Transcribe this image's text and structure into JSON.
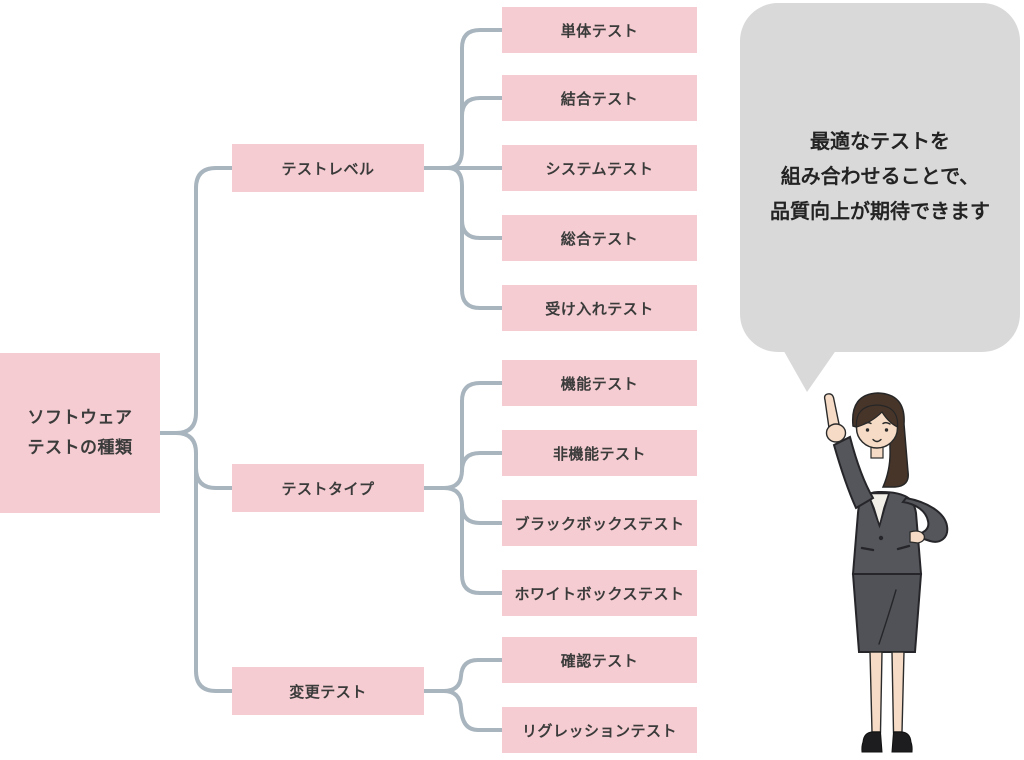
{
  "root": {
    "line1": "ソフトウェア",
    "line2": "テストの種類"
  },
  "branches": [
    {
      "label": "テストレベル",
      "children": [
        "単体テスト",
        "結合テスト",
        "システムテスト",
        "総合テスト",
        "受け入れテスト"
      ]
    },
    {
      "label": "テストタイプ",
      "children": [
        "機能テスト",
        "非機能テスト",
        "ブラックボックステスト",
        "ホワイトボックステスト"
      ]
    },
    {
      "label": "変更テスト",
      "children": [
        "確認テスト",
        "リグレッションテスト"
      ]
    }
  ],
  "speech_bubble": {
    "line1": "最適なテストを",
    "line2": "組み合わせることで、",
    "line3": "品質向上が期待できます"
  },
  "illustration": {
    "name": "businesswoman-pointing-up"
  },
  "colors": {
    "node_pink": "#f4ccd1",
    "connector_gray_blue": "#a9b5be",
    "bubble_gray": "#d9d9d9",
    "text_dark": "#3b3b3b",
    "suit": "#54565b",
    "skin": "#f6dcc6",
    "hair": "#47352a"
  }
}
